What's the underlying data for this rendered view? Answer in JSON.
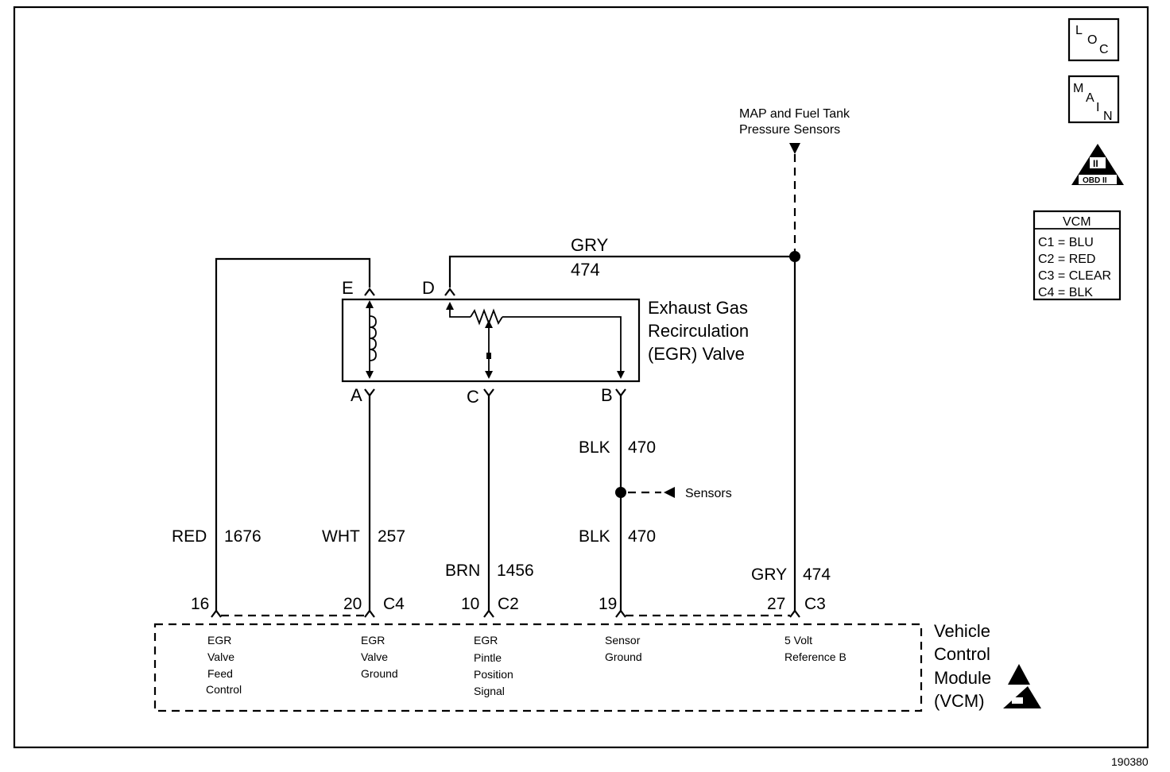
{
  "diagram_number": "190380",
  "icons": {
    "loc": [
      "L",
      "O",
      "C"
    ],
    "main": [
      "M",
      "A",
      "I",
      "N"
    ],
    "obd": {
      "numeral": "II",
      "label": "OBD II"
    }
  },
  "vcm_legend": {
    "title": "VCM",
    "rows": [
      "C1 = BLU",
      "C2 = RED",
      "C3 = CLEAR",
      "C4 = BLK"
    ]
  },
  "map_sensor": {
    "line1": "MAP and Fuel Tank",
    "line2": "Pressure Sensors"
  },
  "egr_valve": {
    "name_lines": [
      "Exhaust Gas",
      "Recirculation",
      "(EGR) Valve"
    ],
    "pins": {
      "a": "A",
      "b": "B",
      "c": "C",
      "d": "D",
      "e": "E"
    }
  },
  "top_wire": {
    "color": "GRY",
    "circuit": "474"
  },
  "sensors_label": "Sensors",
  "wires": {
    "red": {
      "color": "RED",
      "circuit": "1676"
    },
    "wht": {
      "color": "WHT",
      "circuit": "257"
    },
    "brn": {
      "color": "BRN",
      "circuit": "1456"
    },
    "blk_upper": {
      "color": "BLK",
      "circuit": "470"
    },
    "blk_lower": {
      "color": "BLK",
      "circuit": "470"
    },
    "gry": {
      "color": "GRY",
      "circuit": "474"
    }
  },
  "vcm_pins": {
    "p16": {
      "pin": "16",
      "connector": ""
    },
    "p20": {
      "pin": "20",
      "connector": "C4"
    },
    "p10": {
      "pin": "10",
      "connector": "C2"
    },
    "p19": {
      "pin": "19",
      "connector": ""
    },
    "p27": {
      "pin": "27",
      "connector": "C3"
    }
  },
  "vcm_functions": {
    "f16": [
      "EGR",
      "Valve",
      "Feed",
      "Control"
    ],
    "f20": [
      "EGR",
      "Valve",
      "Ground"
    ],
    "f10": [
      "EGR",
      "Pintle",
      "Position",
      "Signal"
    ],
    "f19": [
      "Sensor",
      "Ground"
    ],
    "f27": [
      "5 Volt",
      "Reference B"
    ]
  },
  "vcm_name_lines": [
    "Vehicle",
    "Control",
    "Module",
    "(VCM)"
  ]
}
